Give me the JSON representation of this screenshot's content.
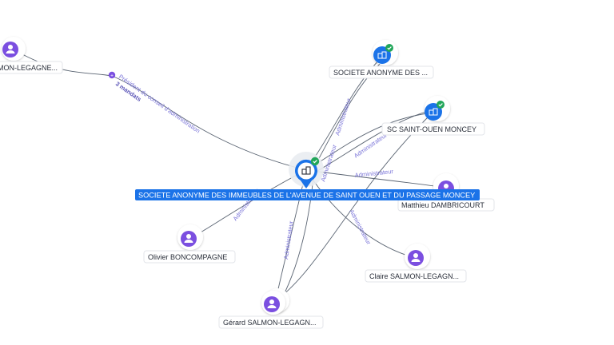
{
  "colors": {
    "person": "#7b4fe0",
    "company": "#1b73e8",
    "verified": "#22a65a",
    "edge": "#5a6472",
    "edge_label": "#7b75d8"
  },
  "main_node": {
    "label": "SOCIETE ANONYME DES IMMEUBLES DE L'AVENUE DE SAINT OUEN ET DU PASSAGE MONCEY",
    "icon": "building-icon",
    "verified": true
  },
  "nodes": [
    {
      "id": "salmon-top",
      "kind": "person",
      "label": "MON-LEGAGNE..."
    },
    {
      "id": "sa-des",
      "kind": "company",
      "label": "SOCIETE ANONYME DES ...",
      "verified": true
    },
    {
      "id": "sc-saint-ouen",
      "kind": "company",
      "label": "SC SAINT-OUEN MONCEY",
      "verified": true
    },
    {
      "id": "dambricourt",
      "kind": "person",
      "label": "Matthieu DAMBRICOURT"
    },
    {
      "id": "boncompagne",
      "kind": "person",
      "label": "Olivier BONCOMPAGNE"
    },
    {
      "id": "claire",
      "kind": "person",
      "label": "Claire SALMON-LEGAGN..."
    },
    {
      "id": "gerard",
      "kind": "person",
      "label": "Gérard SALMON-LEGAGN..."
    }
  ],
  "edges": {
    "president_label": "Président du conseil d'administration",
    "mandates_label": "3 mandats",
    "administrateur": "Administrateur"
  }
}
